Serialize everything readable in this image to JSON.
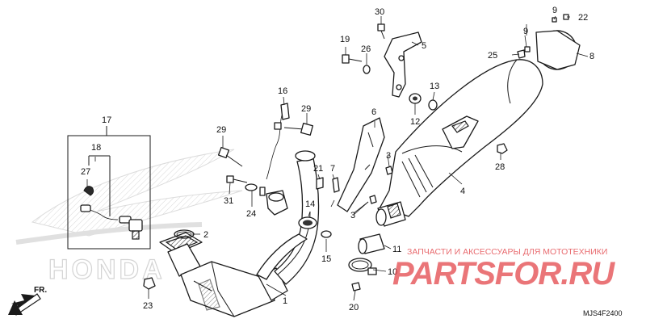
{
  "callouts": {
    "c1": "1",
    "c2": "2",
    "c3a": "3",
    "c3b": "3",
    "c4": "4",
    "c5": "5",
    "c6": "6",
    "c7": "7",
    "c8": "8",
    "c9a": "9",
    "c9b": "9",
    "c10": "10",
    "c11": "11",
    "c12": "12",
    "c13": "13",
    "c14": "14",
    "c15": "15",
    "c16": "16",
    "c17": "17",
    "c18": "18",
    "c19": "19",
    "c20": "20",
    "c21": "21",
    "c22": "22",
    "c23": "23",
    "c24": "24",
    "c25": "25",
    "c26": "26",
    "c27": "27",
    "c28": "28",
    "c29a": "29",
    "c29b": "29",
    "c30": "30",
    "c31": "31"
  },
  "watermark": {
    "tagline": "ЗАПЧАСТИ И АКСЕССУАРЫ ДЛЯ МОТОТЕХНИКИ",
    "brand": "PARTSFOR.RU",
    "color": "#e3474c"
  },
  "background_logo": "HONDA",
  "direction_label": "FR.",
  "diagram_code": "MJS4F2400"
}
